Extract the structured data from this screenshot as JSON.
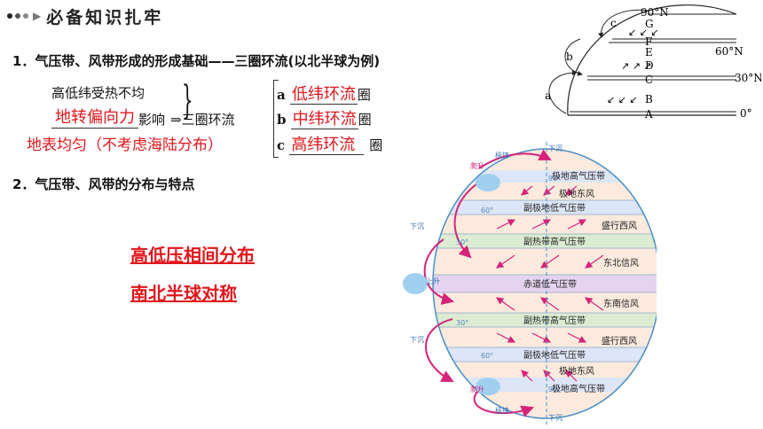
{
  "header": {
    "title": "必备知识扎牢"
  },
  "section1": {
    "title": "1．气压带、风带形成的形成基础——三圈环流(以北半球为例)",
    "cause1": "高低纬受热不均",
    "cause2": "地转偏向力",
    "cause2_suffix": "影响",
    "arrow": "⇒三圈环流",
    "cause3": "地表均匀（不考虑海陆分布）",
    "cells": [
      {
        "letter": "a",
        "name": "低纬环流",
        "suffix": "圈"
      },
      {
        "letter": "b",
        "name": "中纬环流",
        "suffix": "圈"
      },
      {
        "letter": "c",
        "name": "高纬环流",
        "suffix": "圈"
      }
    ]
  },
  "section2": {
    "title": "2．气压带、风带的分布与特点"
  },
  "highlights": [
    "高低压相间分布",
    "南北半球对称"
  ],
  "small_diagram": {
    "lat_labels": [
      "90°N",
      "60°N",
      "30°N",
      "0°"
    ],
    "band_letters": [
      "G",
      "F",
      "E",
      "D",
      "C",
      "B",
      "A"
    ],
    "cell_letters": [
      "a",
      "b",
      "c"
    ]
  },
  "globe": {
    "bands": [
      "极地高气压带",
      "极地东风",
      "副极地低气压带",
      "盛行西风",
      "副热带高气压带",
      "东北信风",
      "赤道低气压带",
      "东南信风",
      "副热带高气压带",
      "盛行西风",
      "副极地低气压带",
      "极地东风",
      "极地高气压带"
    ],
    "lat_marks": [
      "90°",
      "60°",
      "30°",
      "30°",
      "60°",
      "90°"
    ],
    "side_labels": [
      "下沉",
      "极锋",
      "爬升",
      "下沉",
      "上升",
      "下沉",
      "爬升",
      "极锋",
      "下沉"
    ]
  }
}
